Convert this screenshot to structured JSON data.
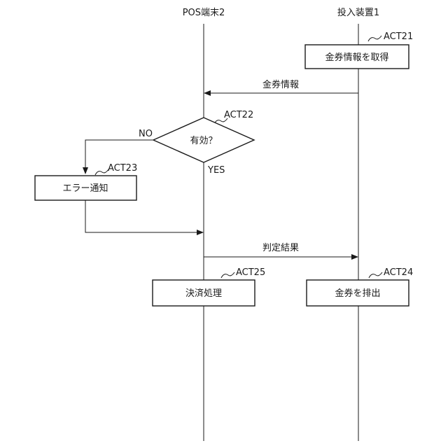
{
  "lanes": {
    "pos_terminal": "POS端末2",
    "input_device": "投入装置1"
  },
  "steps": {
    "act21": {
      "code": "ACT21",
      "label": "金券情報を取得"
    },
    "act22": {
      "code": "ACT22",
      "label": "有効？",
      "no_label": "NO",
      "yes_label": "YES"
    },
    "act23": {
      "code": "ACT23",
      "label": "エラー通知"
    },
    "act24": {
      "code": "ACT24",
      "label": "金券を排出"
    },
    "act25": {
      "code": "ACT25",
      "label": "決済処理"
    }
  },
  "messages": {
    "voucher_info": "金券情報",
    "judgment_result": "判定結果"
  }
}
